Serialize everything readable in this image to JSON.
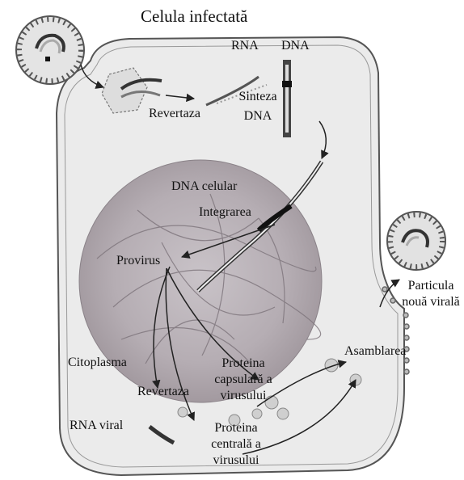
{
  "diagram": {
    "title": "Celula infectată",
    "labels": {
      "rna": "RNA",
      "dna": "DNA",
      "revertaza_top": "Revertaza",
      "sinteza_dna": "Sinteza DNA",
      "dna_celular": "DNA celular",
      "integrarea": "Integrarea",
      "provirus": "Provirus",
      "citoplasma": "Citoplasma",
      "revertaza_bottom": "Revertaza",
      "rna_viral": "RNA viral",
      "proteina_capsulara": "Proteina capsulară a virusului",
      "proteina_centrala": "Proteina centrală a virusului",
      "asamblarea": "Asamblarea",
      "particula_noua": "Particula nouă virală"
    }
  }
}
